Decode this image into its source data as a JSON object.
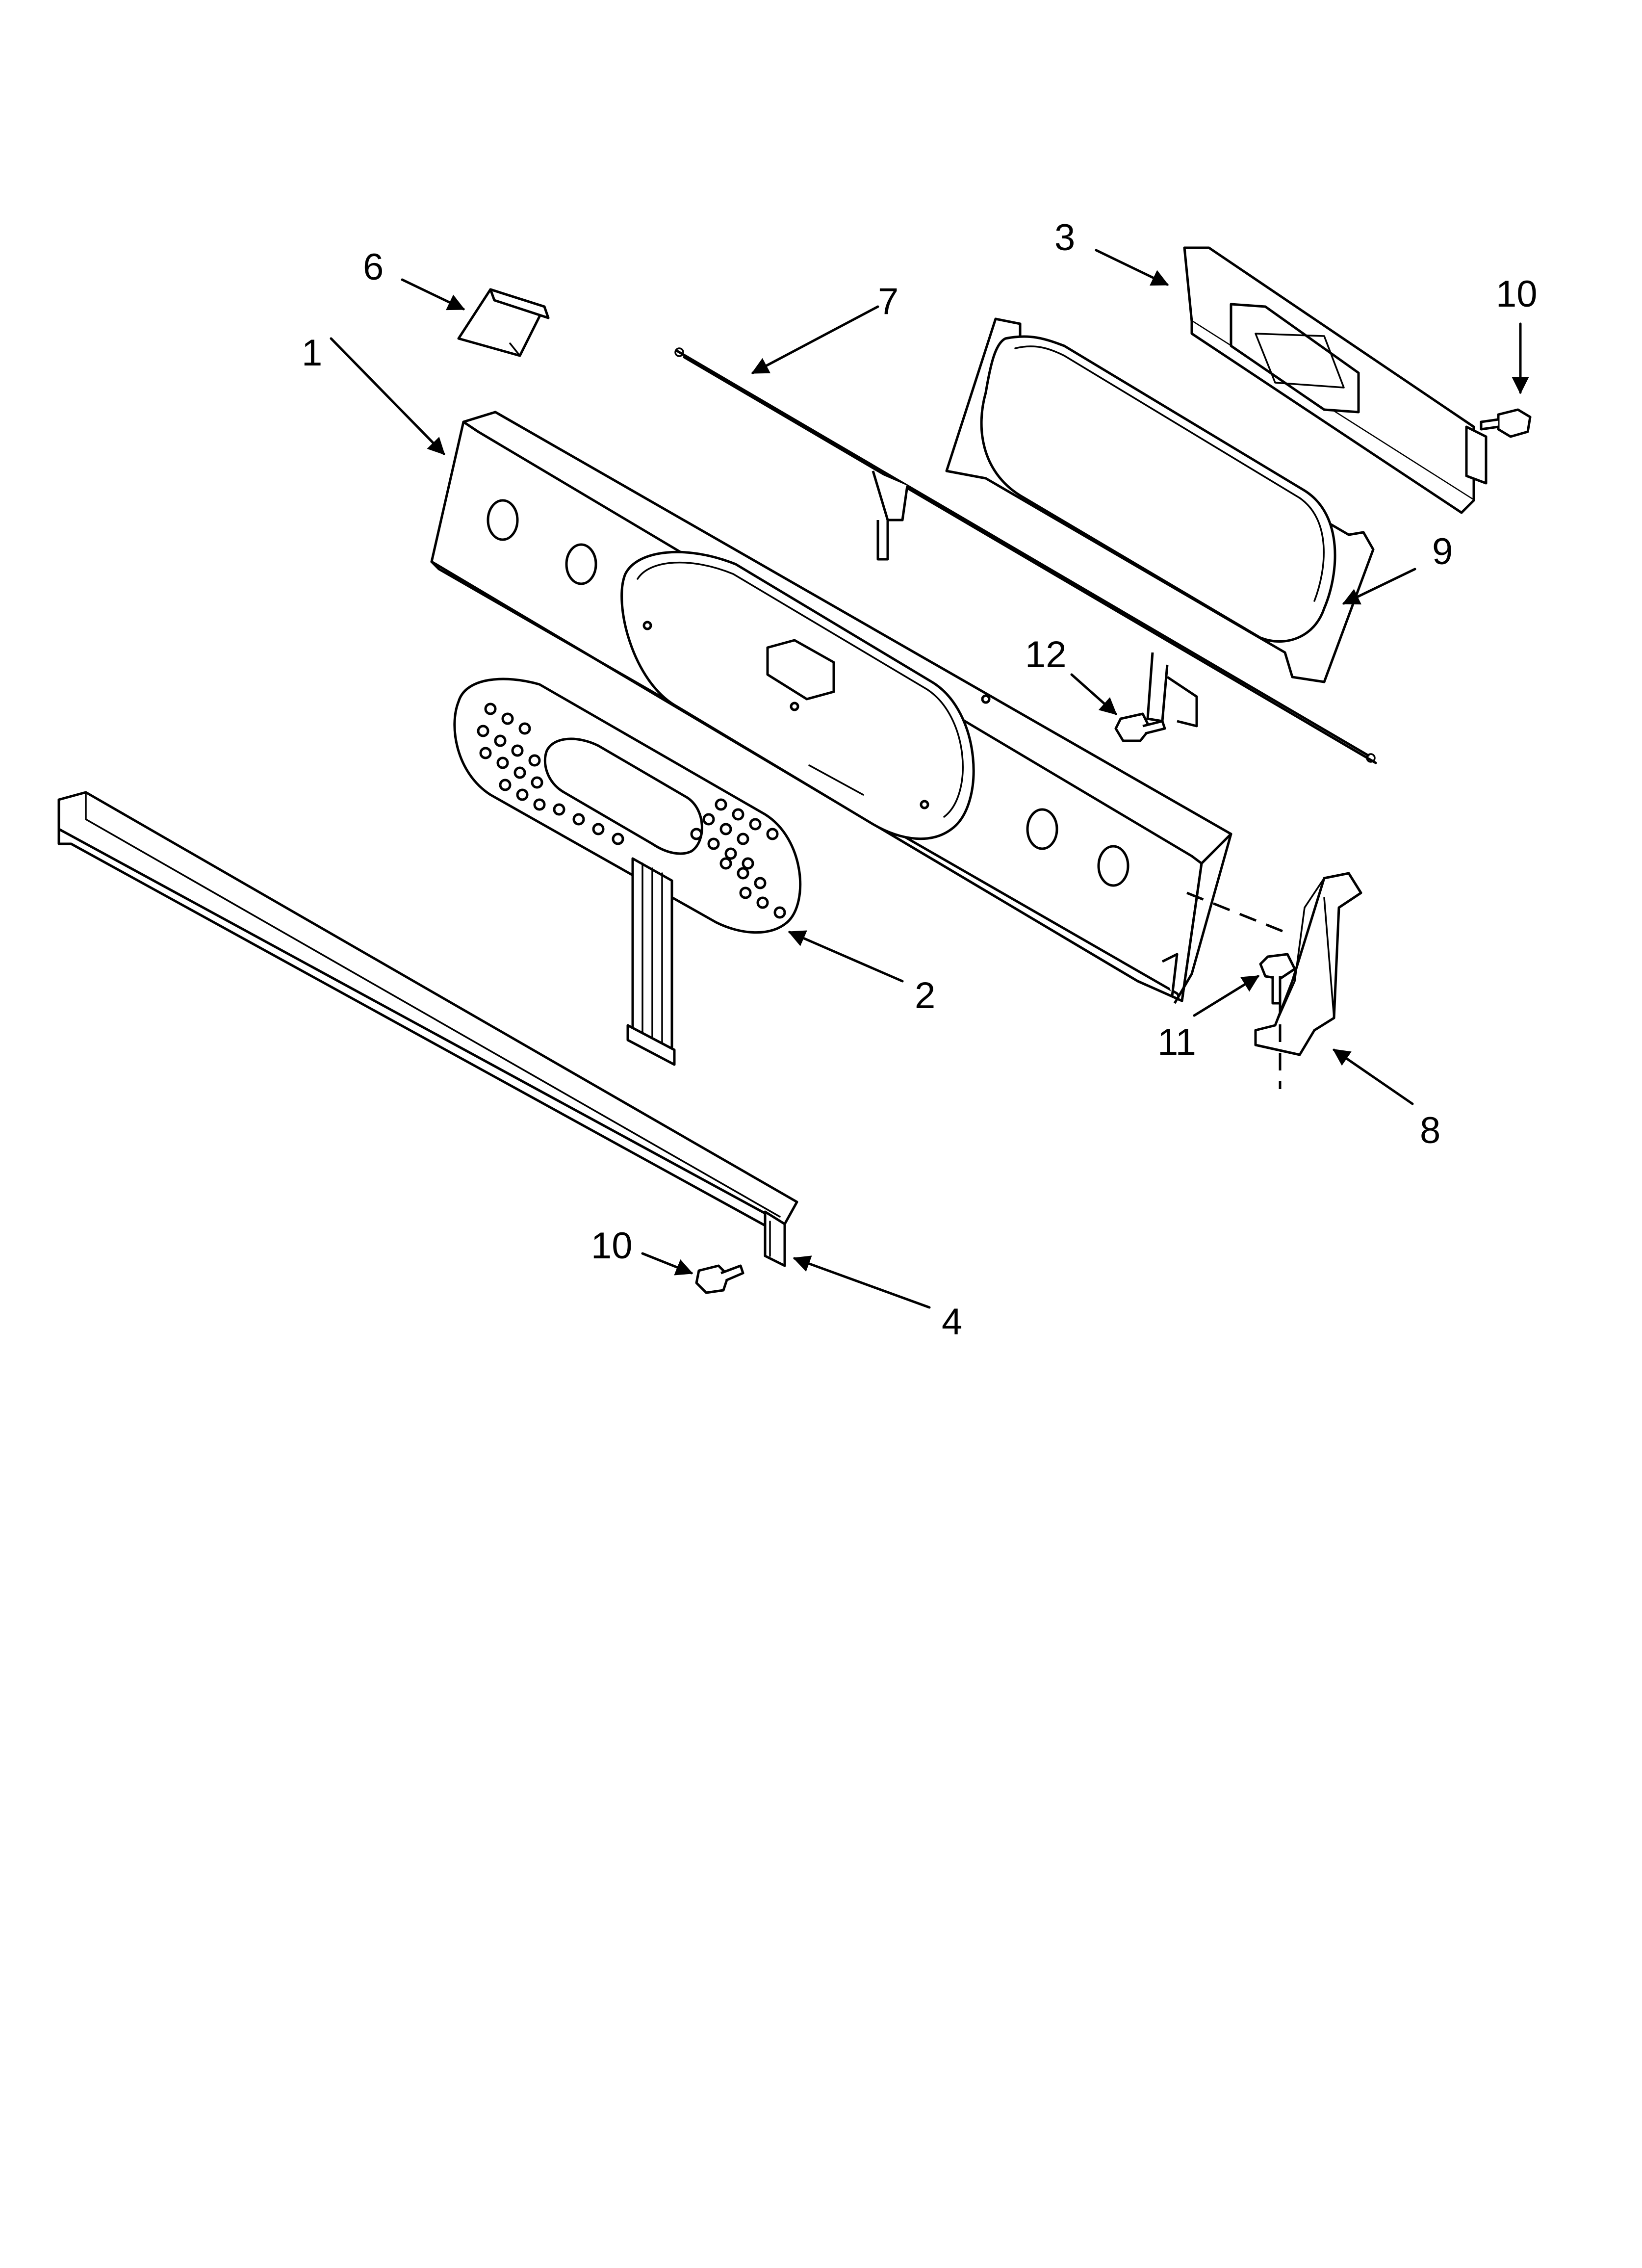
{
  "callouts": [
    {
      "id": "1",
      "text": "1"
    },
    {
      "id": "2",
      "text": "2"
    },
    {
      "id": "3",
      "text": "3"
    },
    {
      "id": "4",
      "text": "4"
    },
    {
      "id": "6",
      "text": "6"
    },
    {
      "id": "7",
      "text": "7"
    },
    {
      "id": "8",
      "text": "8"
    },
    {
      "id": "9",
      "text": "9"
    },
    {
      "id": "10a",
      "text": "10"
    },
    {
      "id": "10b",
      "text": "10"
    },
    {
      "id": "11",
      "text": "11"
    },
    {
      "id": "12",
      "text": "12"
    }
  ]
}
